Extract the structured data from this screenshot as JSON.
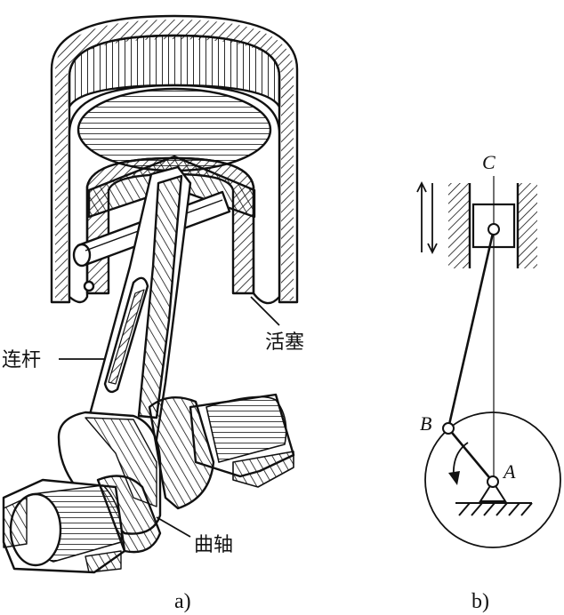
{
  "figure_a": {
    "caption": "a)",
    "label_connecting_rod": "连杆",
    "label_piston": "活塞",
    "label_crankshaft": "曲轴"
  },
  "figure_b": {
    "caption": "b)",
    "point_c": "C",
    "point_b": "B",
    "point_a": "A"
  }
}
